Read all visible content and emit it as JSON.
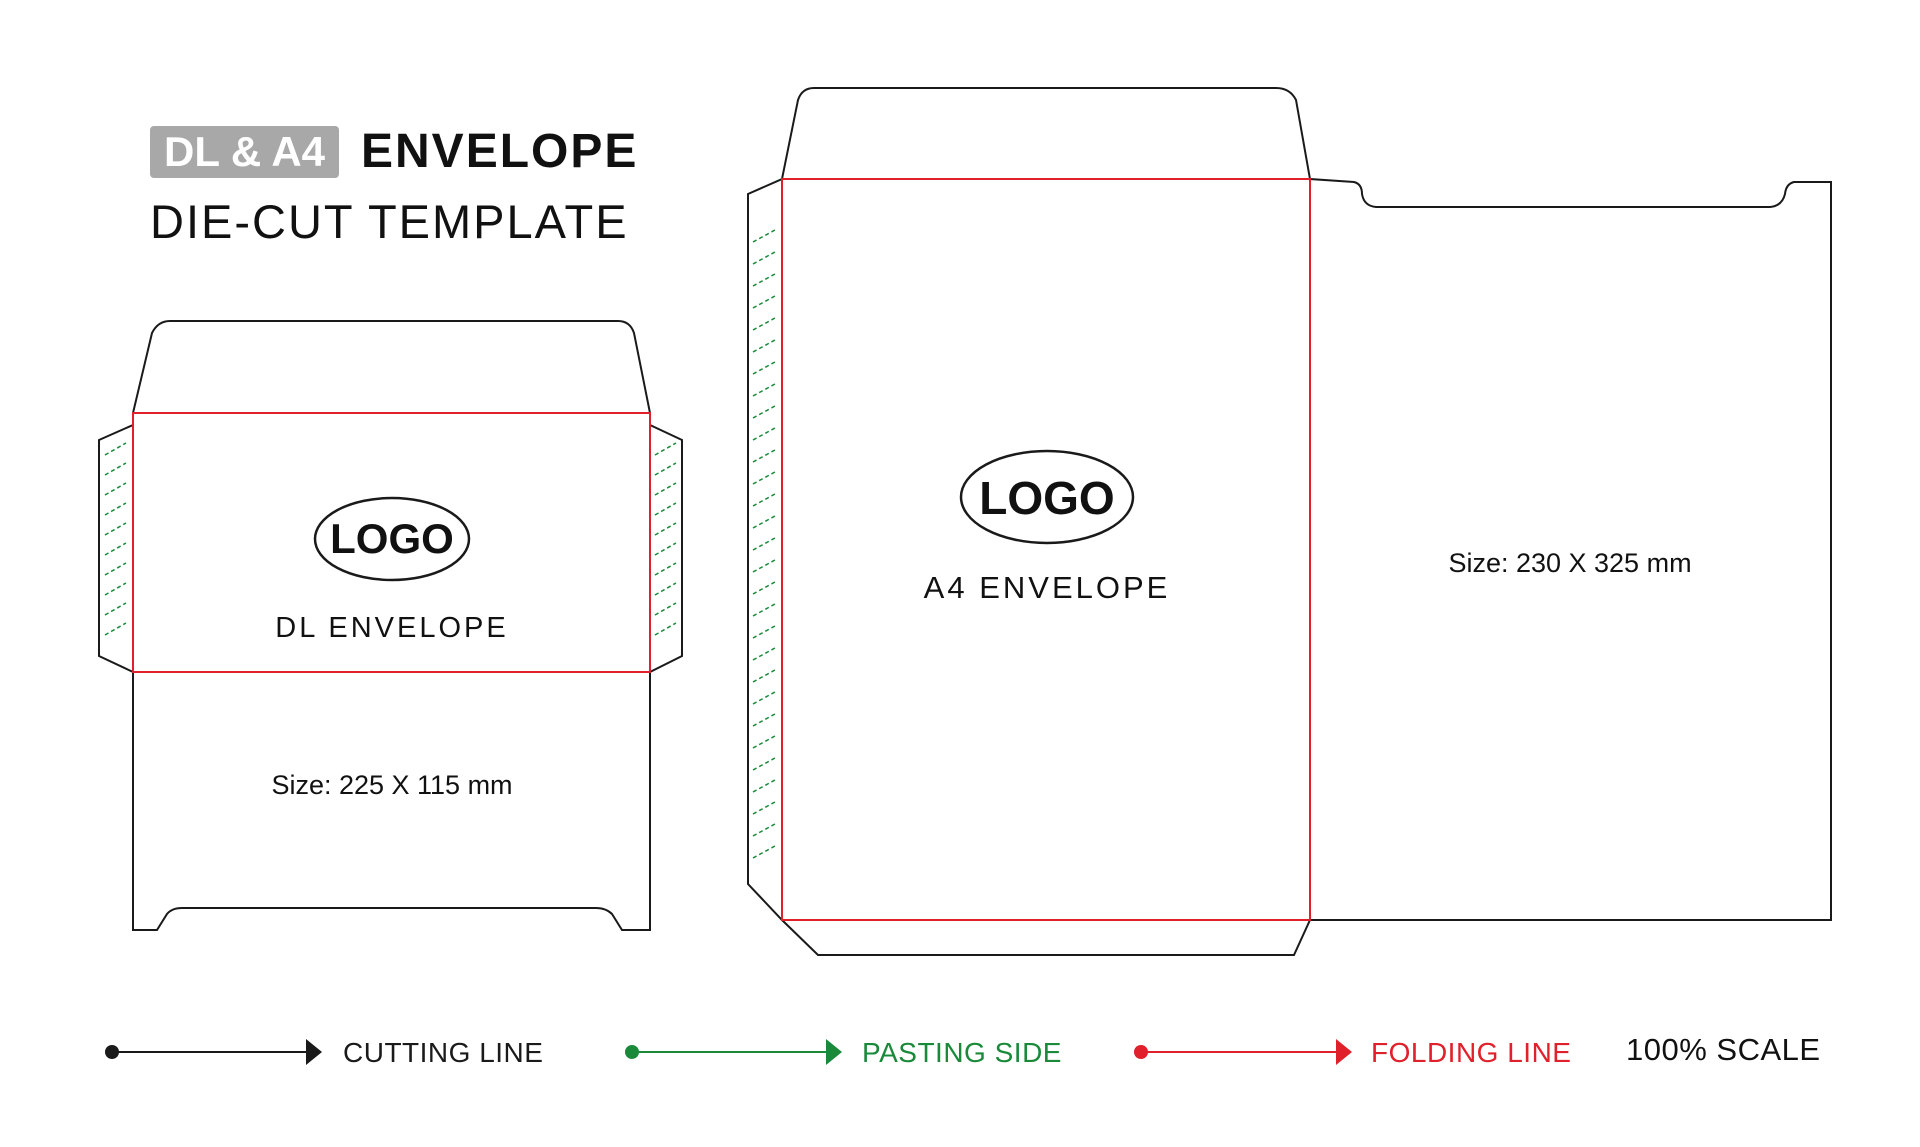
{
  "header": {
    "badge": "DL & A4",
    "title": "ENVELOPE",
    "subtitle": "DIE-CUT TEMPLATE"
  },
  "dl_envelope": {
    "logo": "LOGO",
    "name": "DL ENVELOPE",
    "size": "Size: 225 X 115 mm"
  },
  "a4_envelope": {
    "logo": "LOGO",
    "name": "A4 ENVELOPE",
    "size": "Size: 230 X 325 mm"
  },
  "legend": {
    "cutting": {
      "label": "CUTTING LINE",
      "color": "#1a1a1a"
    },
    "pasting": {
      "label": "PASTING SIDE",
      "color": "#1a8a3a"
    },
    "folding": {
      "label": "FOLDING LINE",
      "color": "#e0202a"
    },
    "scale": "100% SCALE"
  },
  "colors": {
    "cut": "#1a1a1a",
    "paste": "#1a8a3a",
    "fold": "#e0202a",
    "badge_bg": "#a8a8a8"
  }
}
